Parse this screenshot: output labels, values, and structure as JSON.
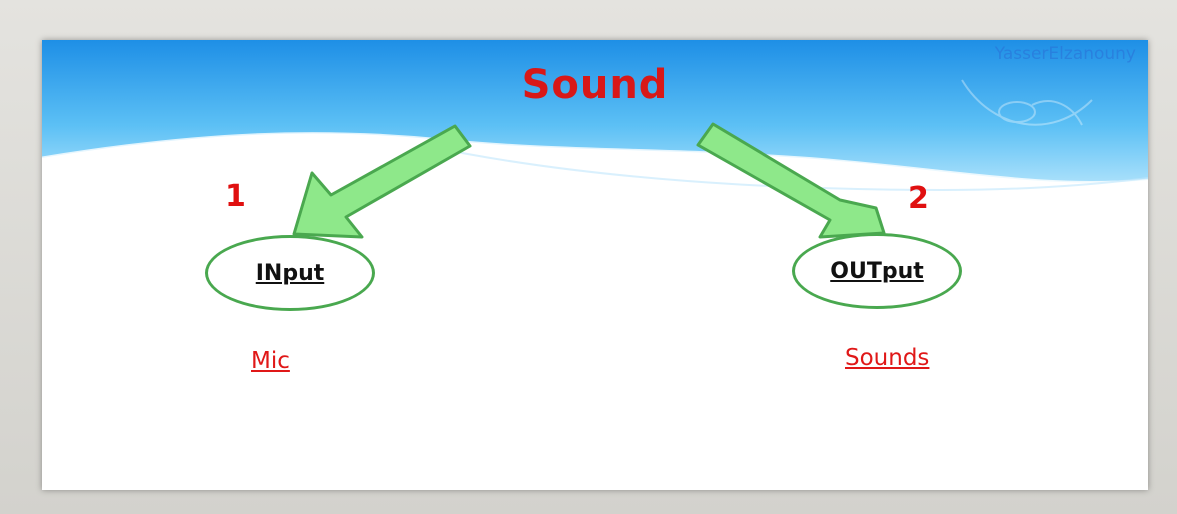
{
  "slide": {
    "watermark": "YasserElzanouny",
    "title": "Sound",
    "nodes": [
      {
        "number": "1",
        "label": "INput",
        "example": "Mic"
      },
      {
        "number": "2",
        "label": "OUTput",
        "example": "Sounds"
      }
    ]
  },
  "colors": {
    "title": "#d81818",
    "arrow_fill": "#8ee88a",
    "arrow_stroke": "#4aa84f",
    "circle_stroke": "#49a84f",
    "sky": "#3fa9f0"
  }
}
